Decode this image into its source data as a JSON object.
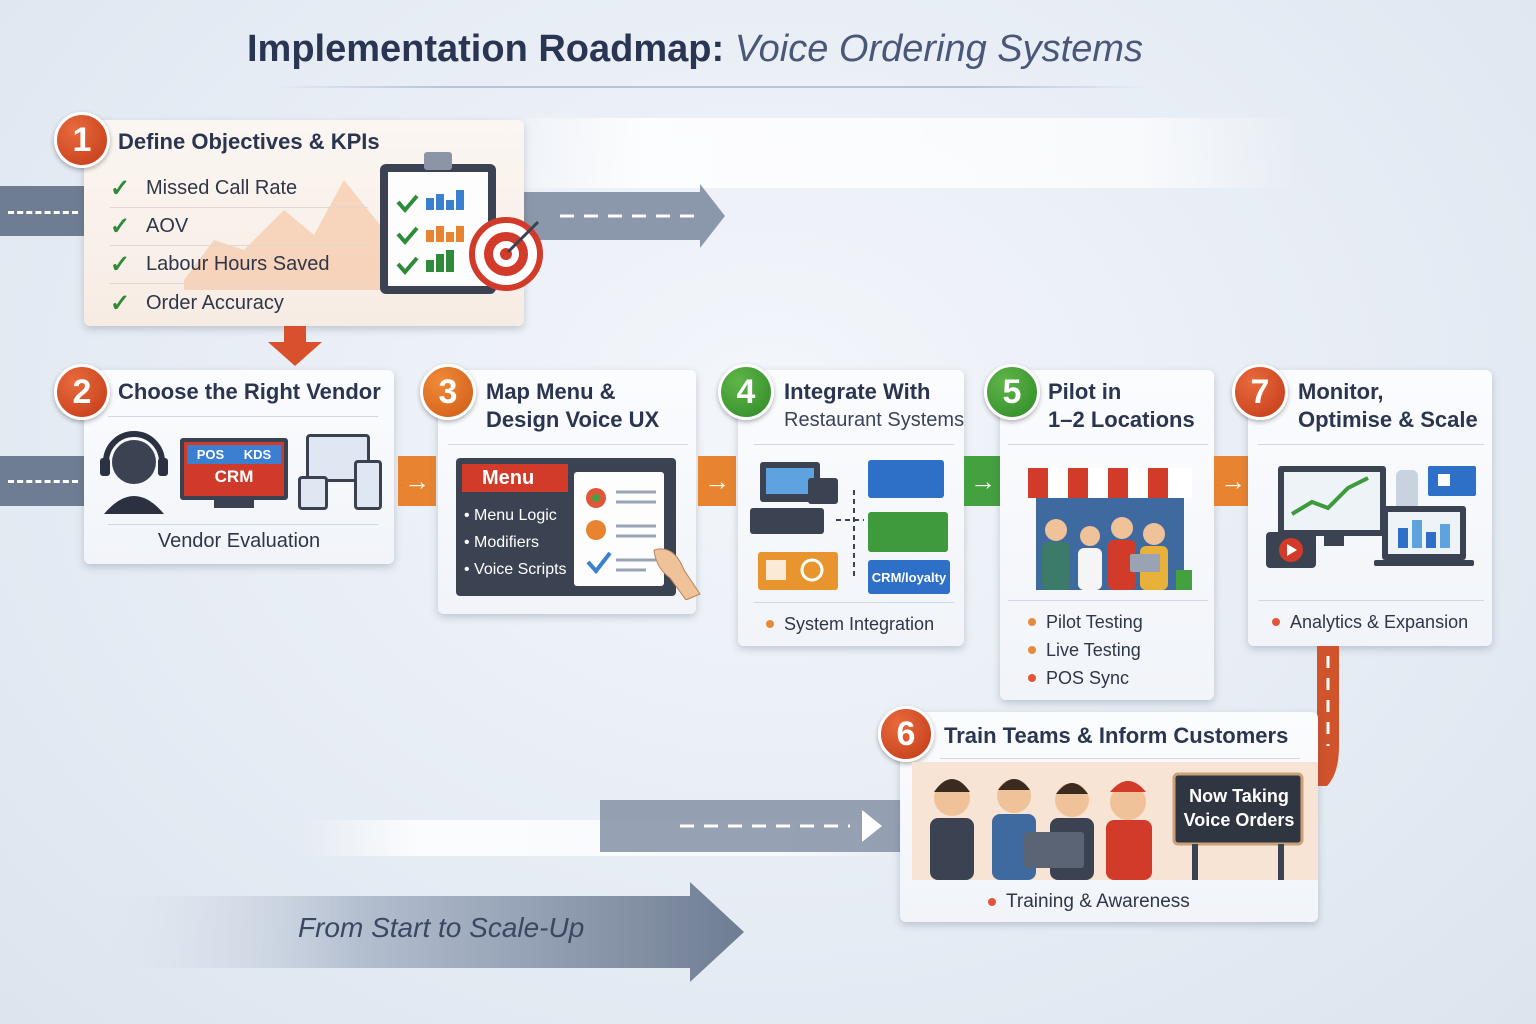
{
  "title": {
    "bold": "Implementation Roadmap:",
    "italic": "Voice Ordering Systems"
  },
  "steps": {
    "s1": {
      "number": "1",
      "title": "Define Objectives & KPIs",
      "items": [
        "Missed Call Rate",
        "AOV",
        "Labour Hours Saved",
        "Order Accuracy"
      ]
    },
    "s2": {
      "number": "2",
      "title": "Choose the Right Vendor",
      "screen_labels": [
        "POS",
        "KDS",
        "CRM"
      ],
      "caption": "Vendor Evaluation"
    },
    "s3": {
      "number": "3",
      "title_line1": "Map Menu &",
      "title_line2": "Design Voice UX",
      "menu_header": "Menu",
      "menu_items": [
        "Menu Logic",
        "Modifiers",
        "Voice Scripts"
      ]
    },
    "s4": {
      "number": "4",
      "title_line1": "Integrate With",
      "title_line2": "Restaurant Systems",
      "crm_label": "CRM/loyalty",
      "caption": "System Integration"
    },
    "s5": {
      "number": "5",
      "title_line1": "Pilot in",
      "title_line2": "1–2 Locations",
      "items": [
        "Pilot Testing",
        "Live Testing",
        "POS Sync"
      ]
    },
    "s6": {
      "number": "6",
      "title": "Train Teams & Inform Customers",
      "sign_line1": "Now Taking",
      "sign_line2": "Voice Orders",
      "caption": "Training & Awareness"
    },
    "s7": {
      "number": "7",
      "title_line1": "Monitor,",
      "title_line2": "Optimise & Scale",
      "caption": "Analytics & Expansion"
    }
  },
  "footer": "From Start to Scale-Up",
  "arrow_glyph": "→",
  "check_glyph": "✓",
  "colors": {
    "red": "#c23a18",
    "orange": "#e8842f",
    "green": "#45a03f",
    "road": "#6f7d93",
    "navy": "#2a3553"
  }
}
